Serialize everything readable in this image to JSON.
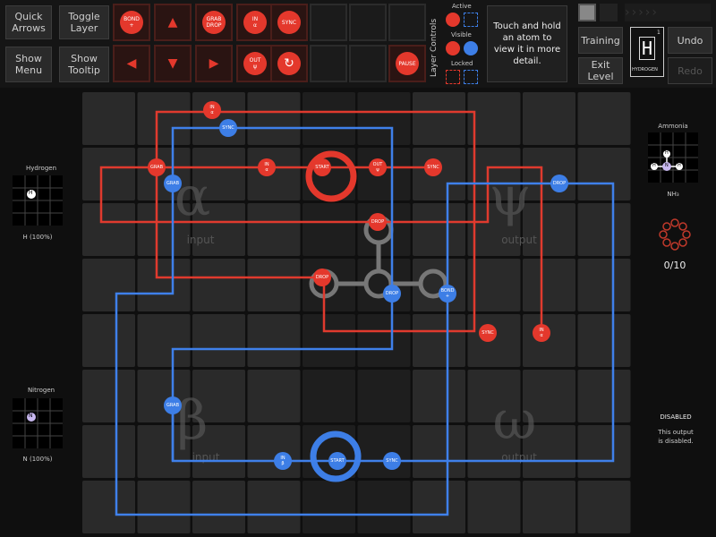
{
  "toolbar": {
    "quick_arrows": "Quick\nArrows",
    "toggle_layer": "Toggle\nLayer",
    "show_menu": "Show\nMenu",
    "show_tooltip": "Show\nTooltip",
    "cmd_bond_plus": "BOND\n+",
    "cmd_grab_drop": "GRAB\nDROP",
    "cmd_in_alpha": "IN\nα",
    "cmd_sync": "SYNC",
    "cmd_out_psi": "OUT\nψ",
    "cmd_pause": "PAUSE",
    "layer_controls": "Layer Controls",
    "active": "Active",
    "visible": "Visible",
    "locked": "Locked",
    "info_text": "Touch and hold an atom to view it in more detail.",
    "training": "Training",
    "exit_level": "Exit\nLevel",
    "undo": "Undo",
    "redo": "Redo",
    "element_symbol": "H",
    "element_number": "1",
    "element_name": "HYDROGEN"
  },
  "grid": {
    "alpha_label": "input",
    "psi_label": "output",
    "beta_label": "input",
    "omega_label": "output",
    "alpha": "α",
    "psi": "ψ",
    "beta": "β",
    "omega": "ω"
  },
  "red_nodes": [
    {
      "label": "IN\nα"
    },
    {
      "label": "GRAB"
    },
    {
      "label": "IN\nα"
    },
    {
      "label": "START"
    },
    {
      "label": "OUT\nψ"
    },
    {
      "label": "SYNC"
    },
    {
      "label": "DROP"
    },
    {
      "label": "DROP"
    },
    {
      "label": "SYNC"
    },
    {
      "label": "IN\nα"
    }
  ],
  "blue_nodes": [
    {
      "label": "SYNC"
    },
    {
      "label": "GRAB"
    },
    {
      "label": "DROP"
    },
    {
      "label": "DROP"
    },
    {
      "label": "BOND\n+"
    },
    {
      "label": "GRAB"
    },
    {
      "label": "IN\nβ"
    },
    {
      "label": "START"
    },
    {
      "label": "SYNC"
    }
  ],
  "left": {
    "hydrogen_title": "Hydrogen",
    "hydrogen_atom": "H",
    "hydrogen_pct": "H (100%)",
    "nitrogen_title": "Nitrogen",
    "nitrogen_atom": "N",
    "nitrogen_pct": "N (100%)"
  },
  "right": {
    "ammonia_title": "Ammonia",
    "ammonia_formula": "NH₃",
    "atoms": [
      "H",
      "H",
      "N",
      "H"
    ],
    "progress": "0/10",
    "disabled_title": "DISABLED",
    "disabled_desc": "This output\nis disabled."
  },
  "colors": {
    "red": "#e4382c",
    "blue": "#3d7ee6",
    "red_path": "#e03a2e",
    "blue_path": "#3f80ea"
  }
}
